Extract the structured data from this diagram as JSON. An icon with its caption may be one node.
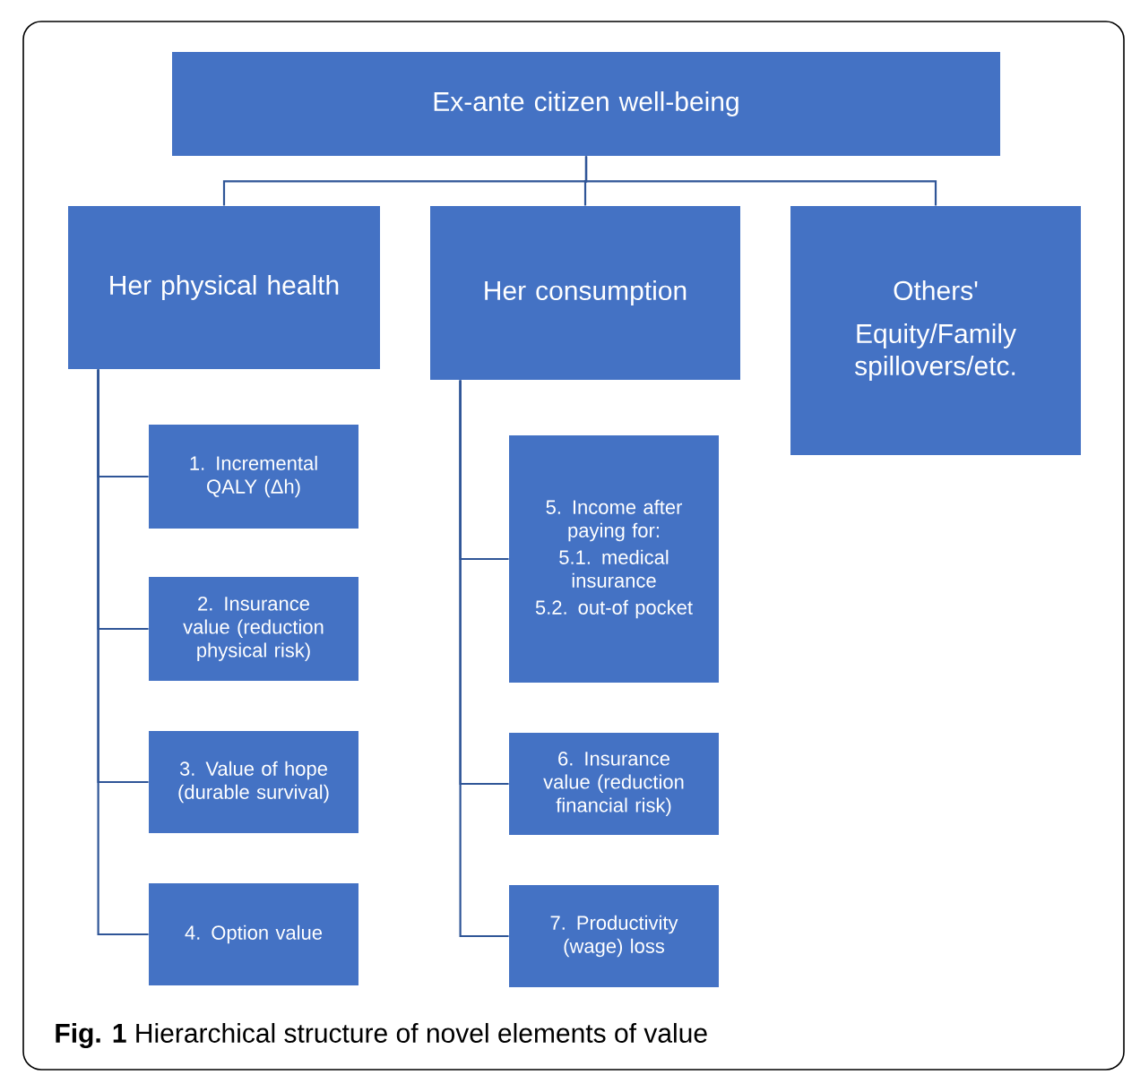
{
  "diagram": {
    "caption": "**Fig. 1** Hierarchical structure of novel elements of value",
    "nodes": [
      {
        "text": [
          "Ex-ante citizen well-being"
        ]
      },
      {
        "text": [
          "Her physical health"
        ]
      },
      {
        "text": [
          "Her consumption"
        ]
      },
      {
        "text": [
          "Others'",
          "Equity/Family spillovers/etc."
        ]
      },
      {
        "text": [
          "1. Incremental QALY (Δh)"
        ]
      },
      {
        "text": [
          "2. Insurance value (reduction physical risk)"
        ]
      },
      {
        "text": [
          "3. Value of hope (durable survival)"
        ]
      },
      {
        "text": [
          "4. Option value"
        ]
      },
      {
        "text": [
          "5. Income after paying for:",
          "5.1. medical insurance",
          "5.2. out-of pocket"
        ]
      },
      {
        "text": [
          "6. Insurance value (reduction financial risk)"
        ]
      },
      {
        "text": [
          "7. Productivity (wage) loss"
        ]
      }
    ],
    "edges": [
      {
        "from": 0,
        "to": 1,
        "arrow": "none"
      },
      {
        "from": 0,
        "to": 2,
        "arrow": "none"
      },
      {
        "from": 0,
        "to": 3,
        "arrow": "none"
      },
      {
        "from": 1,
        "to": 4,
        "arrow": "none"
      },
      {
        "from": 1,
        "to": 5,
        "arrow": "none"
      },
      {
        "from": 1,
        "to": 6,
        "arrow": "none"
      },
      {
        "from": 1,
        "to": 7,
        "arrow": "none"
      },
      {
        "from": 2,
        "to": 8,
        "arrow": "none"
      },
      {
        "from": 2,
        "to": 9,
        "arrow": "none"
      },
      {
        "from": 2,
        "to": 10,
        "arrow": "none"
      }
    ]
  }
}
